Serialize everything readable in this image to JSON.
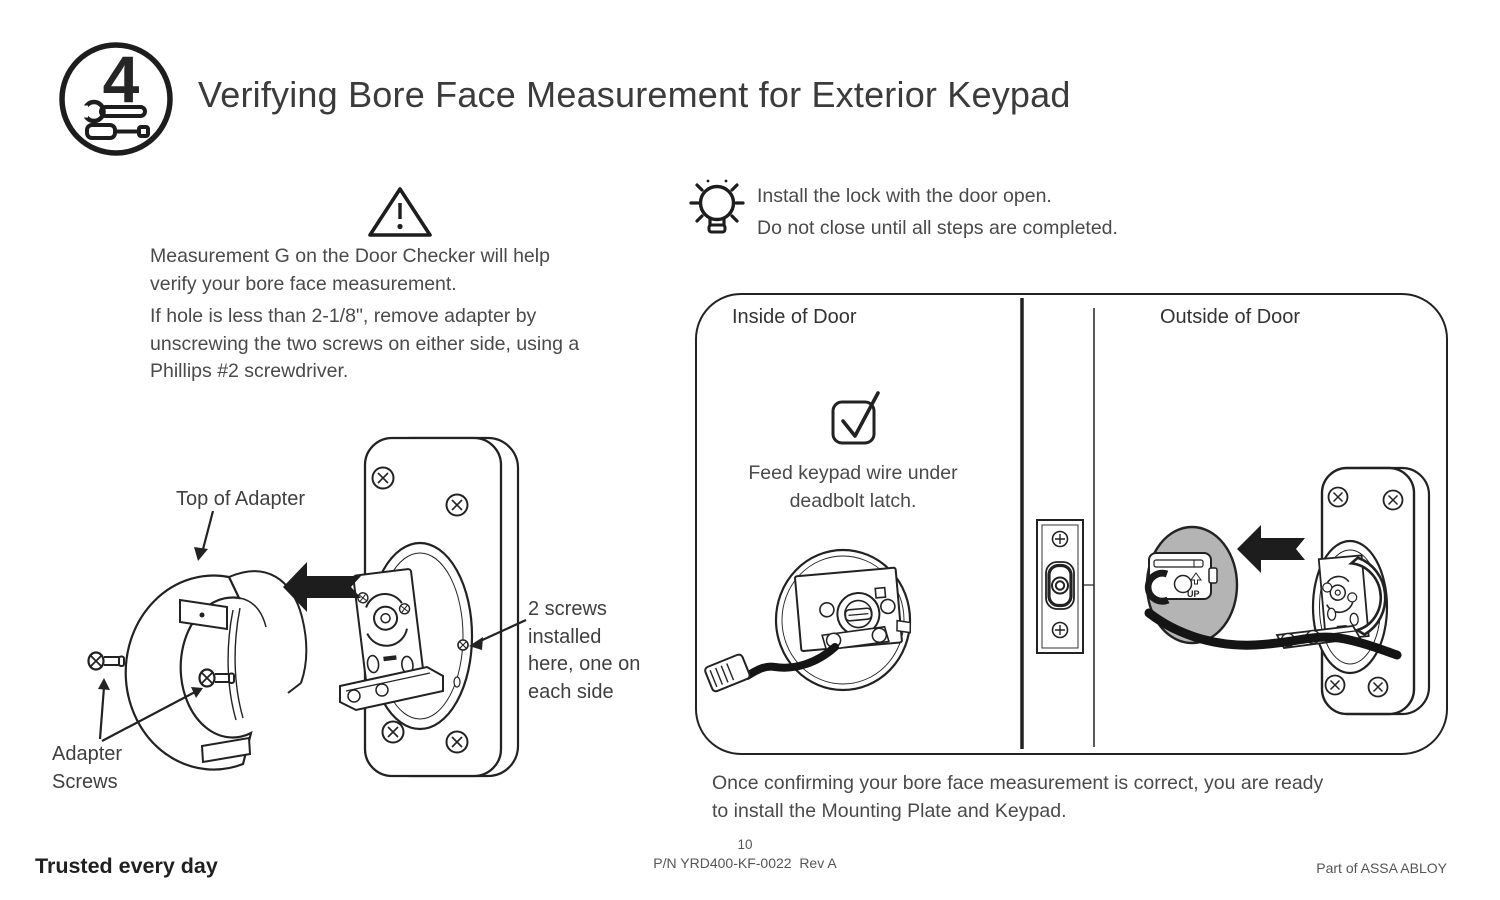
{
  "header": {
    "step_number": "4",
    "title": "Verifying Bore Face Measurement for Exterior Keypad"
  },
  "warning_note": {
    "para1": "Measurement G on the Door Checker will help\nverify your bore face measurement.",
    "para2": "If hole is less than 2-1/8\", remove adapter by\nunscrewing the two screws on either side, using a\nPhillips #2 screwdriver."
  },
  "tip_note": {
    "line1": "Install the lock with the door open.",
    "line2": "Do not close until all steps are completed."
  },
  "adapter_figure": {
    "top_of_adapter_label": "Top of Adapter",
    "adapter_screws_label": "Adapter\nScrews",
    "two_screws_label": "2 screws\ninstalled\nhere, one on\neach side"
  },
  "door_panel": {
    "inside_label": "Inside of Door",
    "outside_label": "Outside of Door",
    "feed_note": "Feed keypad wire under\ndeadbolt latch.",
    "up_marking": "UP"
  },
  "confirm_note": "Once confirming your bore face measurement is correct, you are ready\nto install the Mounting Plate and Keypad.",
  "footer": {
    "tagline": "Trusted every day",
    "page_number": "10",
    "part_number": "P/N YRD400-KF-0022  Rev A",
    "brand": "Part of ASSA ABLOY"
  },
  "colors": {
    "ink": "#1d1d1d",
    "line": "#222222",
    "gray_highlight": "#b4b4b4"
  }
}
